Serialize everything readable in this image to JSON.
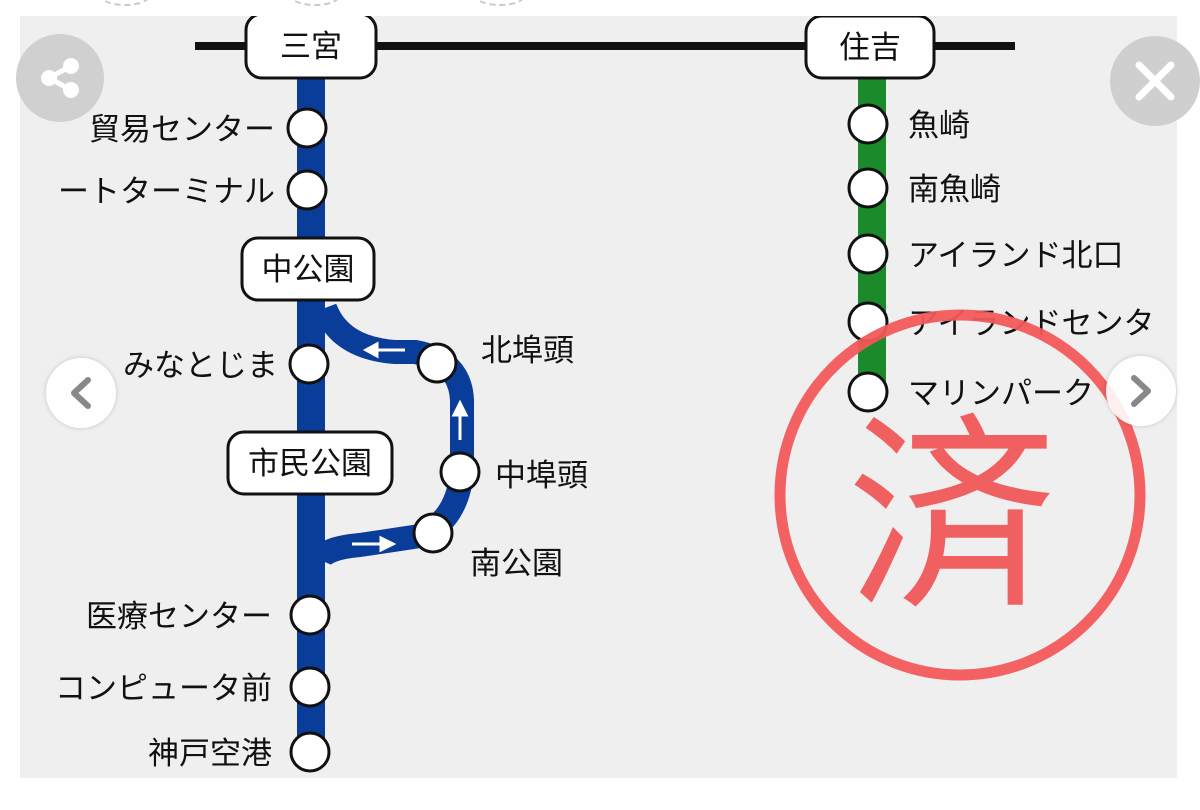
{
  "colors": {
    "port_liner": "#0a3c9a",
    "rokko_liner": "#1a8a2a",
    "stamp": "#f2595a",
    "background": "#efefef"
  },
  "hubs": {
    "sannomiya": "三宮",
    "sumiyoshi": "住吉",
    "naka_koen": "中公園",
    "shimin_koen": "市民公園"
  },
  "port_liner_stations": {
    "boeki_center": "貿易センター",
    "port_terminal": "ートターミナル",
    "minatojima": "みなとじま",
    "kita_futo": "北埠頭",
    "naka_futo": "中埠頭",
    "minami_koen": "南公園",
    "iryo_center": "医療センター",
    "computer_mae": "コンピュータ前",
    "kobe_airport": "神戸空港"
  },
  "rokko_liner_stations": {
    "uozaki": "魚崎",
    "minami_uozaki": "南魚崎",
    "island_kitaguchi": "アイランド北口",
    "island_center": "アイランドセンタ",
    "marine_park": "マリンパーク"
  },
  "stamp": {
    "text": "済"
  },
  "controls": {
    "share": "share-icon",
    "close": "close-icon",
    "prev": "chevron-left-icon",
    "next": "chevron-right-icon"
  }
}
